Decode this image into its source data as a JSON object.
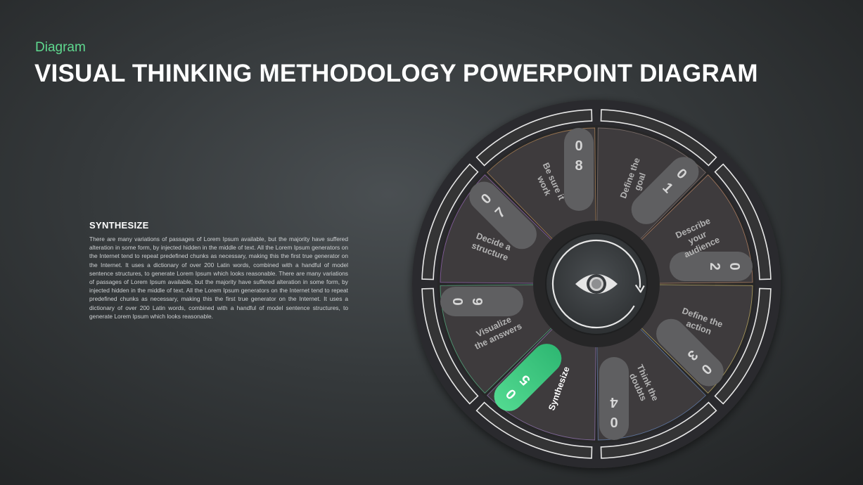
{
  "header": {
    "subtitle": "Diagram",
    "title": "VISUAL THINKING METHODOLOGY POWERPOINT DIAGRAM"
  },
  "text_block": {
    "heading": "SYNTHESIZE",
    "body": "There are many variations of passages of Lorem Ipsum available, but the majority have suffered alteration in some form, by injected hidden in the middle of text. All the Lorem Ipsum generators on the Internet tend to repeat predefined chunks as necessary, making this the first true generator on the Internet. It uses a dictionary of over 200 Latin words, combined with a handful of model sentence structures, to generate Lorem Ipsum which looks reasonable. There are many variations of passages of Lorem Ipsum available, but the majority have suffered alteration in some form, by injected hidden in the middle of text. All the Lorem Ipsum generators on the Internet tend to repeat predefined chunks as necessary, making this the first true generator on the Internet. It uses a dictionary of over 200 Latin words, combined with a handful of model sentence structures, to generate Lorem Ipsum which looks reasonable."
  },
  "diagram": {
    "center_icon": "eye-icon",
    "active_step": "05",
    "colors": {
      "accent": "#3fce85",
      "segment_fill": "#3e3b3d",
      "pill": "#5f5f61",
      "tab_text": "#333333",
      "label": "#b4b4b4",
      "white": "#ffffff"
    },
    "segments": [
      {
        "number": "01",
        "label": [
          "Define the",
          "goal"
        ],
        "edge_color": "#8a7a74"
      },
      {
        "number": "02",
        "label": [
          "Describe",
          "your",
          "audience"
        ],
        "edge_color": "#c08a6a"
      },
      {
        "number": "03",
        "label": [
          "Define the",
          "action"
        ],
        "edge_color": "#c9b56a"
      },
      {
        "number": "04",
        "label": [
          "Think the",
          "doubts"
        ],
        "edge_color": "#6a86b8"
      },
      {
        "number": "05",
        "label": [
          "Synthesize"
        ],
        "edge_color": "#9a7ab8"
      },
      {
        "number": "06",
        "label": [
          "Visualize",
          "the answers"
        ],
        "edge_color": "#5ab88a"
      },
      {
        "number": "07",
        "label": [
          "Decide a",
          "structure"
        ],
        "edge_color": "#9a6ab8"
      },
      {
        "number": "08",
        "label": [
          "Be sure it",
          "work"
        ],
        "edge_color": "#b88a5a"
      }
    ]
  }
}
